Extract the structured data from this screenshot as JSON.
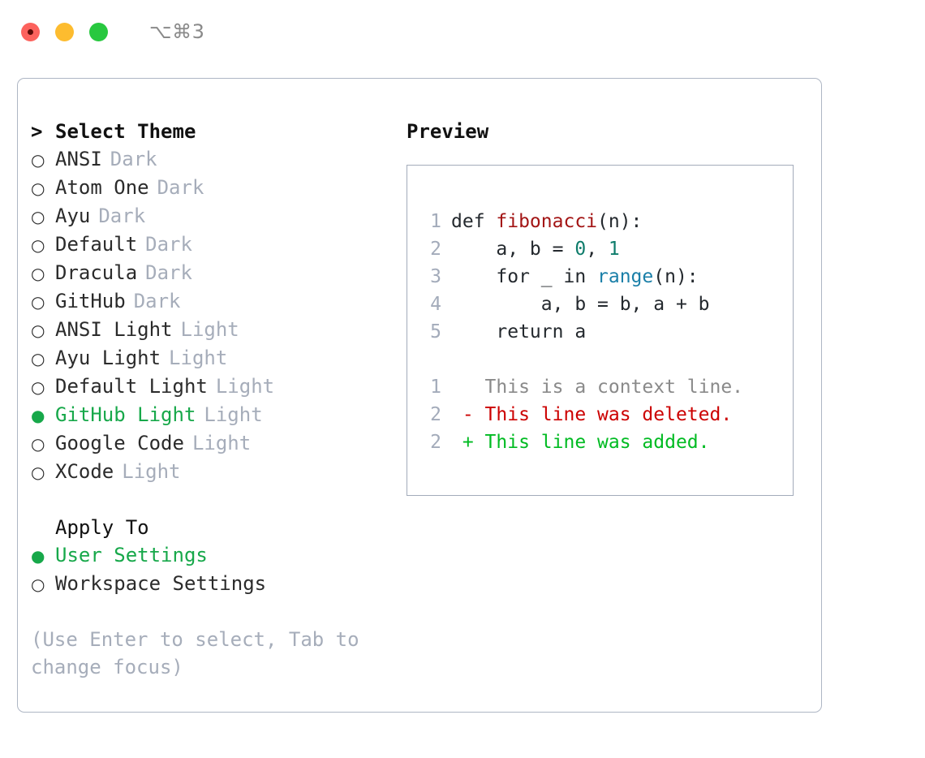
{
  "window": {
    "shortcut": "⌥⌘3",
    "traffic_lights": [
      {
        "name": "close",
        "color": "#fc625d"
      },
      {
        "name": "minimize",
        "color": "#fdbc2f"
      },
      {
        "name": "maximize",
        "color": "#28c83f"
      }
    ]
  },
  "theme_picker": {
    "header_marker": ">",
    "header_label": "Select Theme",
    "selected_marker": "●",
    "unselected_marker": "○",
    "accent_color": "#17a84a",
    "items": [
      {
        "label": "ANSI",
        "variant": "Dark",
        "selected": false
      },
      {
        "label": "Atom One",
        "variant": "Dark",
        "selected": false
      },
      {
        "label": "Ayu",
        "variant": "Dark",
        "selected": false
      },
      {
        "label": "Default",
        "variant": "Dark",
        "selected": false
      },
      {
        "label": "Dracula",
        "variant": "Dark",
        "selected": false
      },
      {
        "label": "GitHub",
        "variant": "Dark",
        "selected": false
      },
      {
        "label": "ANSI Light",
        "variant": "Light",
        "selected": false
      },
      {
        "label": "Ayu Light",
        "variant": "Light",
        "selected": false
      },
      {
        "label": "Default Light",
        "variant": "Light",
        "selected": false
      },
      {
        "label": "GitHub Light",
        "variant": "Light",
        "selected": true
      },
      {
        "label": "Google Code",
        "variant": "Light",
        "selected": false
      },
      {
        "label": "XCode",
        "variant": "Light",
        "selected": false
      }
    ]
  },
  "apply_to": {
    "header_label": "Apply To",
    "options": [
      {
        "label": "User Settings",
        "selected": true
      },
      {
        "label": "Workspace Settings",
        "selected": false
      }
    ]
  },
  "hint": "(Use Enter to select, Tab to change focus)",
  "preview": {
    "title": "Preview",
    "code_lines": [
      {
        "no": "1",
        "indent": "",
        "parts": [
          {
            "text": "def ",
            "tok": "plain"
          },
          {
            "text": "fibonacci",
            "tok": "func"
          },
          {
            "text": "(n):",
            "tok": "plain"
          }
        ]
      },
      {
        "no": "2",
        "indent": "    ",
        "parts": [
          {
            "text": "a, b = ",
            "tok": "plain"
          },
          {
            "text": "0",
            "tok": "num"
          },
          {
            "text": ", ",
            "tok": "plain"
          },
          {
            "text": "1",
            "tok": "num"
          }
        ]
      },
      {
        "no": "3",
        "indent": "    ",
        "parts": [
          {
            "text": "for _ in ",
            "tok": "plain"
          },
          {
            "text": "range",
            "tok": "builtin"
          },
          {
            "text": "(n):",
            "tok": "plain"
          }
        ]
      },
      {
        "no": "4",
        "indent": "        ",
        "parts": [
          {
            "text": "a, b = b, a + b",
            "tok": "plain"
          }
        ]
      },
      {
        "no": "5",
        "indent": "    ",
        "parts": [
          {
            "text": "return a",
            "tok": "plain"
          }
        ]
      }
    ],
    "diff_lines": [
      {
        "no": "1",
        "sign": " ",
        "text": "This is a context line.",
        "kind": "ctx"
      },
      {
        "no": "2",
        "sign": "-",
        "text": "This line was deleted.",
        "kind": "del"
      },
      {
        "no": "2",
        "sign": "+",
        "text": "This line was added.",
        "kind": "add"
      }
    ]
  }
}
